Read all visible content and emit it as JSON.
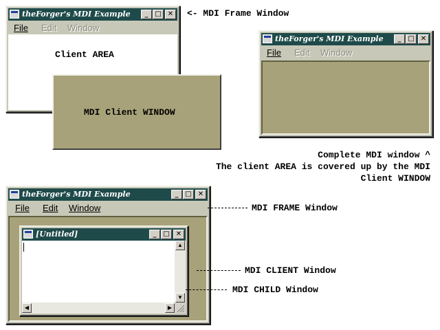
{
  "app_title": "theForger's MDI Example",
  "child_title": "[Untitled]",
  "menu": {
    "file": "File",
    "edit": "Edit",
    "window": "Window"
  },
  "caption_buttons": {
    "minimize": "_",
    "maximize": "□",
    "close": "✕"
  },
  "labels": {
    "client_area": "Client AREA",
    "mdi_client_window": "MDI Client WINDOW",
    "mdi_frame_window_arrow": "<- MDI Frame Window",
    "complete_line1": "Complete MDI window ^",
    "complete_line2": "The client AREA is covered up by the MDI",
    "complete_line3": "Client WINDOW",
    "mdi_frame_window": "MDI FRAME Window",
    "mdi_client_window_lower": "MDI CLIENT Window",
    "mdi_child_window": "MDI CHILD Window"
  },
  "colors": {
    "titlebar": "#1f4a4a",
    "mdi_client": "#a8a27a",
    "window_face": "#c8c8b8"
  }
}
